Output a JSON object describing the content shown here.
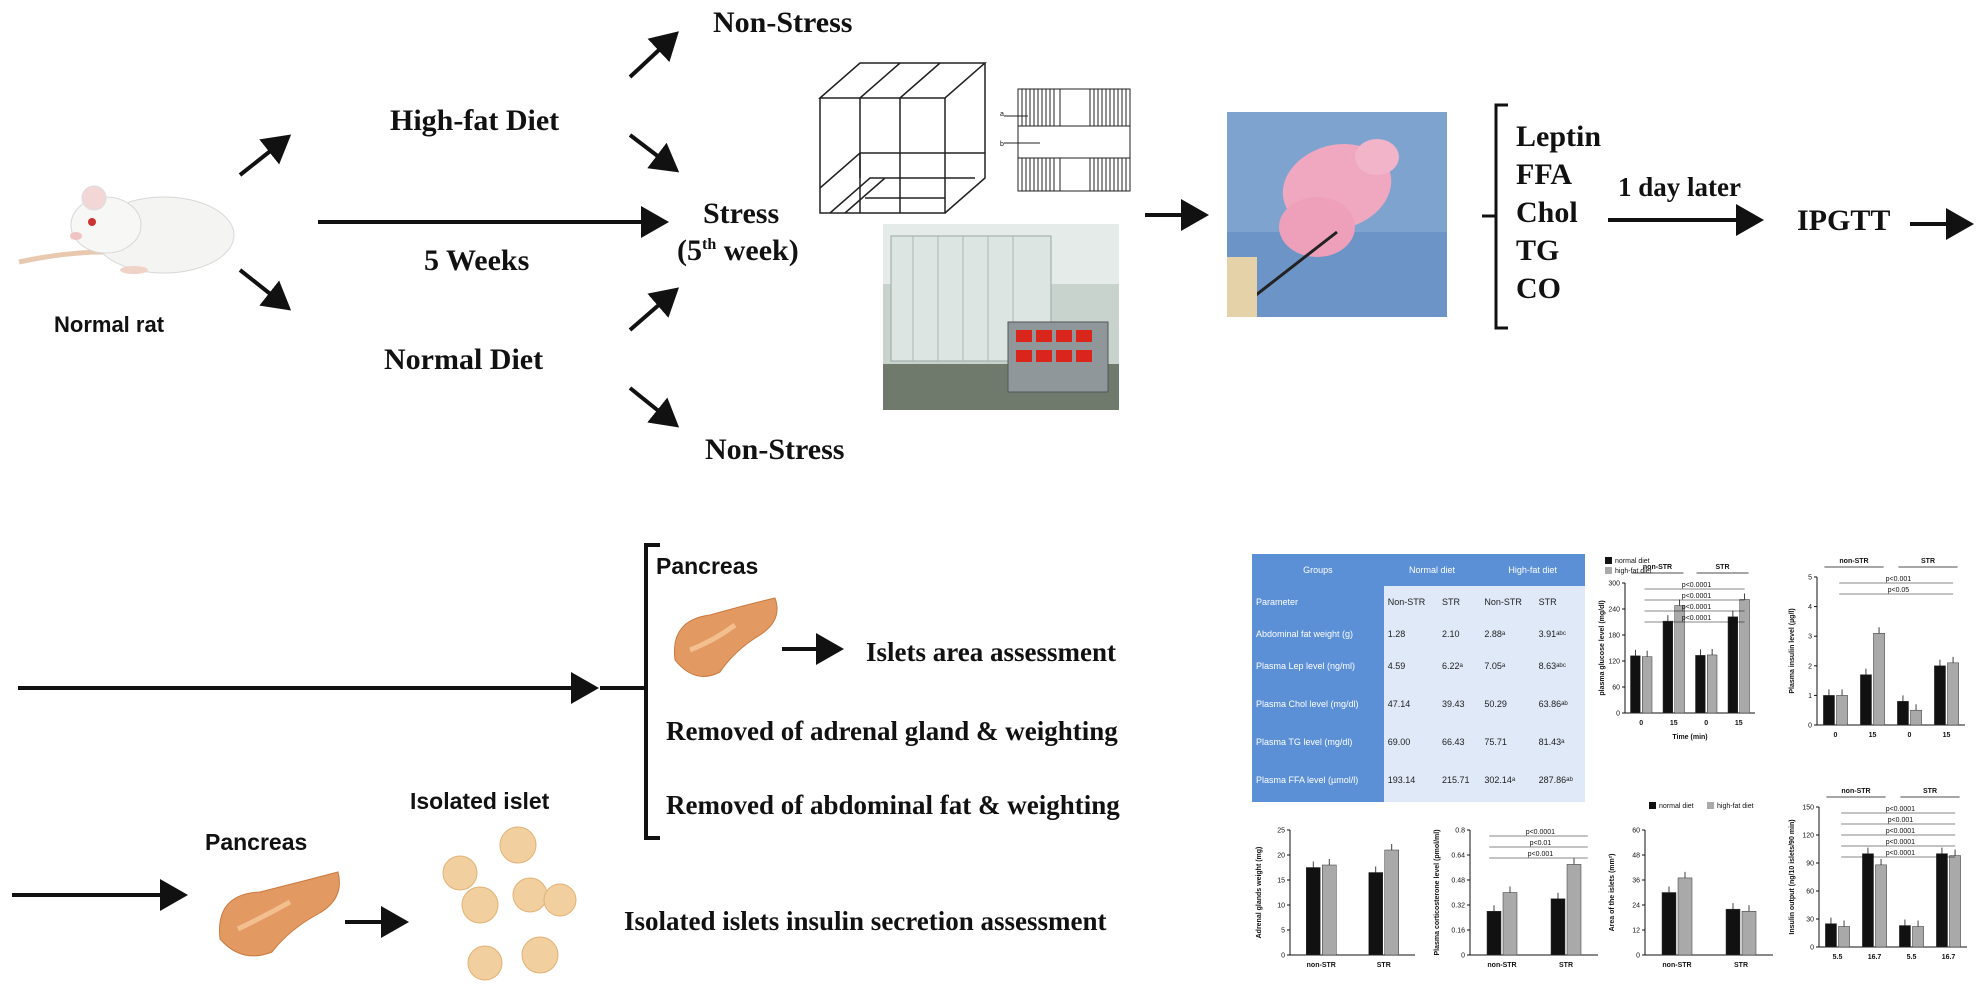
{
  "flow": {
    "normal_rat": "Normal rat",
    "high_fat_diet": "High-fat Diet",
    "five_weeks": "5 Weeks",
    "normal_diet": "Normal Diet",
    "non_stress_top": "Non-Stress",
    "stress": "Stress",
    "fifth_week_pre": "(5",
    "fifth_week_sup": "th",
    "fifth_week_post": " week)",
    "non_stress_bottom": "Non-Stress",
    "cage_label_a": "a",
    "cage_label_b": "b",
    "measures": [
      "Leptin",
      "FFA",
      "Chol",
      "TG",
      "CO"
    ],
    "one_day_later": "1 day later",
    "ipgtt": "IPGTT"
  },
  "lower": {
    "pancreas_top": "Pancreas",
    "islets_area": "Islets area assessment",
    "adrenal": "Removed of adrenal gland & weighting",
    "abdominal": "Removed of abdominal  fat & weighting",
    "pancreas_bottom": "Pancreas",
    "isolated_islet": "Isolated islet",
    "insulin_secretion": "Isolated islets insulin  secretion assessment"
  },
  "table": {
    "header_groups": "Groups",
    "header_parameter": "Parameter",
    "header_normal": "Normal diet",
    "header_highfat": "High-fat diet",
    "sub": [
      "Non-STR",
      "STR",
      "Non-STR",
      "STR"
    ],
    "rows": [
      {
        "label": "Abdominal fat weight (g)",
        "values": [
          "1.28",
          "2.10",
          "2.88ᵃ",
          "3.91ᵃᵇᶜ"
        ]
      },
      {
        "label": "Plasma Lep level (ng/ml)",
        "values": [
          "4.59",
          "6.22ᵃ",
          "7.05ᵃ",
          "8.63ᵃᵇᶜ"
        ]
      },
      {
        "label": "Plasma Chol level (mg/dl)",
        "values": [
          "47.14",
          "39.43",
          "50.29",
          "63.86ᵃᵇ"
        ]
      },
      {
        "label": "Plasma TG level (mg/dl)",
        "values": [
          "69.00",
          "66.43",
          "75.71",
          "81.43ᵃ"
        ]
      },
      {
        "label": "Plasma FFA level (µmol/l)",
        "values": [
          "193.14",
          "215.71",
          "302.14ᵃ",
          "287.86ᵃᵇ"
        ]
      }
    ]
  },
  "colors": {
    "black": "#111111",
    "gray": "#a9a9a9",
    "table_blue": "#5b8fd6",
    "table_light": "#dfe9f7"
  },
  "chart_data": [
    {
      "type": "bar",
      "title": "",
      "ylabel": "plasma glucose level (mg/dl)",
      "xlabel": "Time (min)",
      "ylim": [
        0,
        300
      ],
      "legend": [
        "normal diet",
        "high-fat diet"
      ],
      "group_labels": [
        "non-STR",
        "STR"
      ],
      "categories": [
        "0",
        "15",
        "0",
        "15"
      ],
      "series": [
        {
          "name": "normal diet",
          "values": [
            132,
            212,
            133,
            222
          ]
        },
        {
          "name": "high-fat diet",
          "values": [
            130,
            248,
            134,
            262
          ]
        }
      ],
      "annotations": [
        "p<0.0001",
        "p<0.0001",
        "p<0.0001",
        "p<0.0001"
      ]
    },
    {
      "type": "bar",
      "title": "",
      "ylabel": "Plasma insulin level (µg/l)",
      "ylim": [
        0,
        5
      ],
      "group_labels": [
        "non-STR",
        "STR"
      ],
      "categories": [
        "0",
        "15",
        "0",
        "15"
      ],
      "series": [
        {
          "name": "normal diet",
          "values": [
            1.0,
            1.7,
            0.8,
            2.0
          ]
        },
        {
          "name": "high-fat diet",
          "values": [
            1.0,
            3.1,
            0.5,
            2.1
          ]
        }
      ],
      "annotations": [
        "p<0.001",
        "p<0.05"
      ]
    },
    {
      "type": "bar",
      "ylabel": "Adrenal glands weight (mg)",
      "ylim": [
        0,
        25
      ],
      "categories": [
        "non-STR",
        "STR"
      ],
      "series": [
        {
          "name": "normal diet",
          "values": [
            17.5,
            16.5
          ]
        },
        {
          "name": "high-fat diet",
          "values": [
            18.0,
            21.0
          ]
        }
      ]
    },
    {
      "type": "bar",
      "ylabel": "Plasma corticosterone level (pmol/ml)",
      "ylim": [
        0,
        0.8
      ],
      "categories": [
        "non-STR",
        "STR"
      ],
      "series": [
        {
          "name": "normal diet",
          "values": [
            0.28,
            0.36
          ]
        },
        {
          "name": "high-fat diet",
          "values": [
            0.4,
            0.58
          ]
        }
      ],
      "annotations": [
        "p<0.0001",
        "p<0.01",
        "p<0.001"
      ]
    },
    {
      "type": "bar",
      "ylabel": "Area of the islets (mm²)",
      "ylim": [
        0,
        60
      ],
      "legend": [
        "normal diet",
        "high-fat diet"
      ],
      "categories": [
        "non-STR",
        "STR"
      ],
      "series": [
        {
          "name": "normal diet",
          "values": [
            30,
            22
          ]
        },
        {
          "name": "high-fat diet",
          "values": [
            37,
            21
          ]
        }
      ]
    },
    {
      "type": "bar",
      "ylabel": "Insulin output (ng/10 islets/90 min)",
      "ylim": [
        0,
        150
      ],
      "group_labels": [
        "non-STR",
        "STR"
      ],
      "categories": [
        "5.5",
        "16.7",
        "5.5",
        "16.7"
      ],
      "series": [
        {
          "name": "normal diet",
          "values": [
            25,
            100,
            23,
            100
          ]
        },
        {
          "name": "high-fat diet",
          "values": [
            22,
            88,
            22,
            98
          ]
        }
      ],
      "annotations": [
        "p<0.0001",
        "p<0.001",
        "p<0.0001",
        "p<0.0001",
        "p<0.0001"
      ]
    }
  ]
}
